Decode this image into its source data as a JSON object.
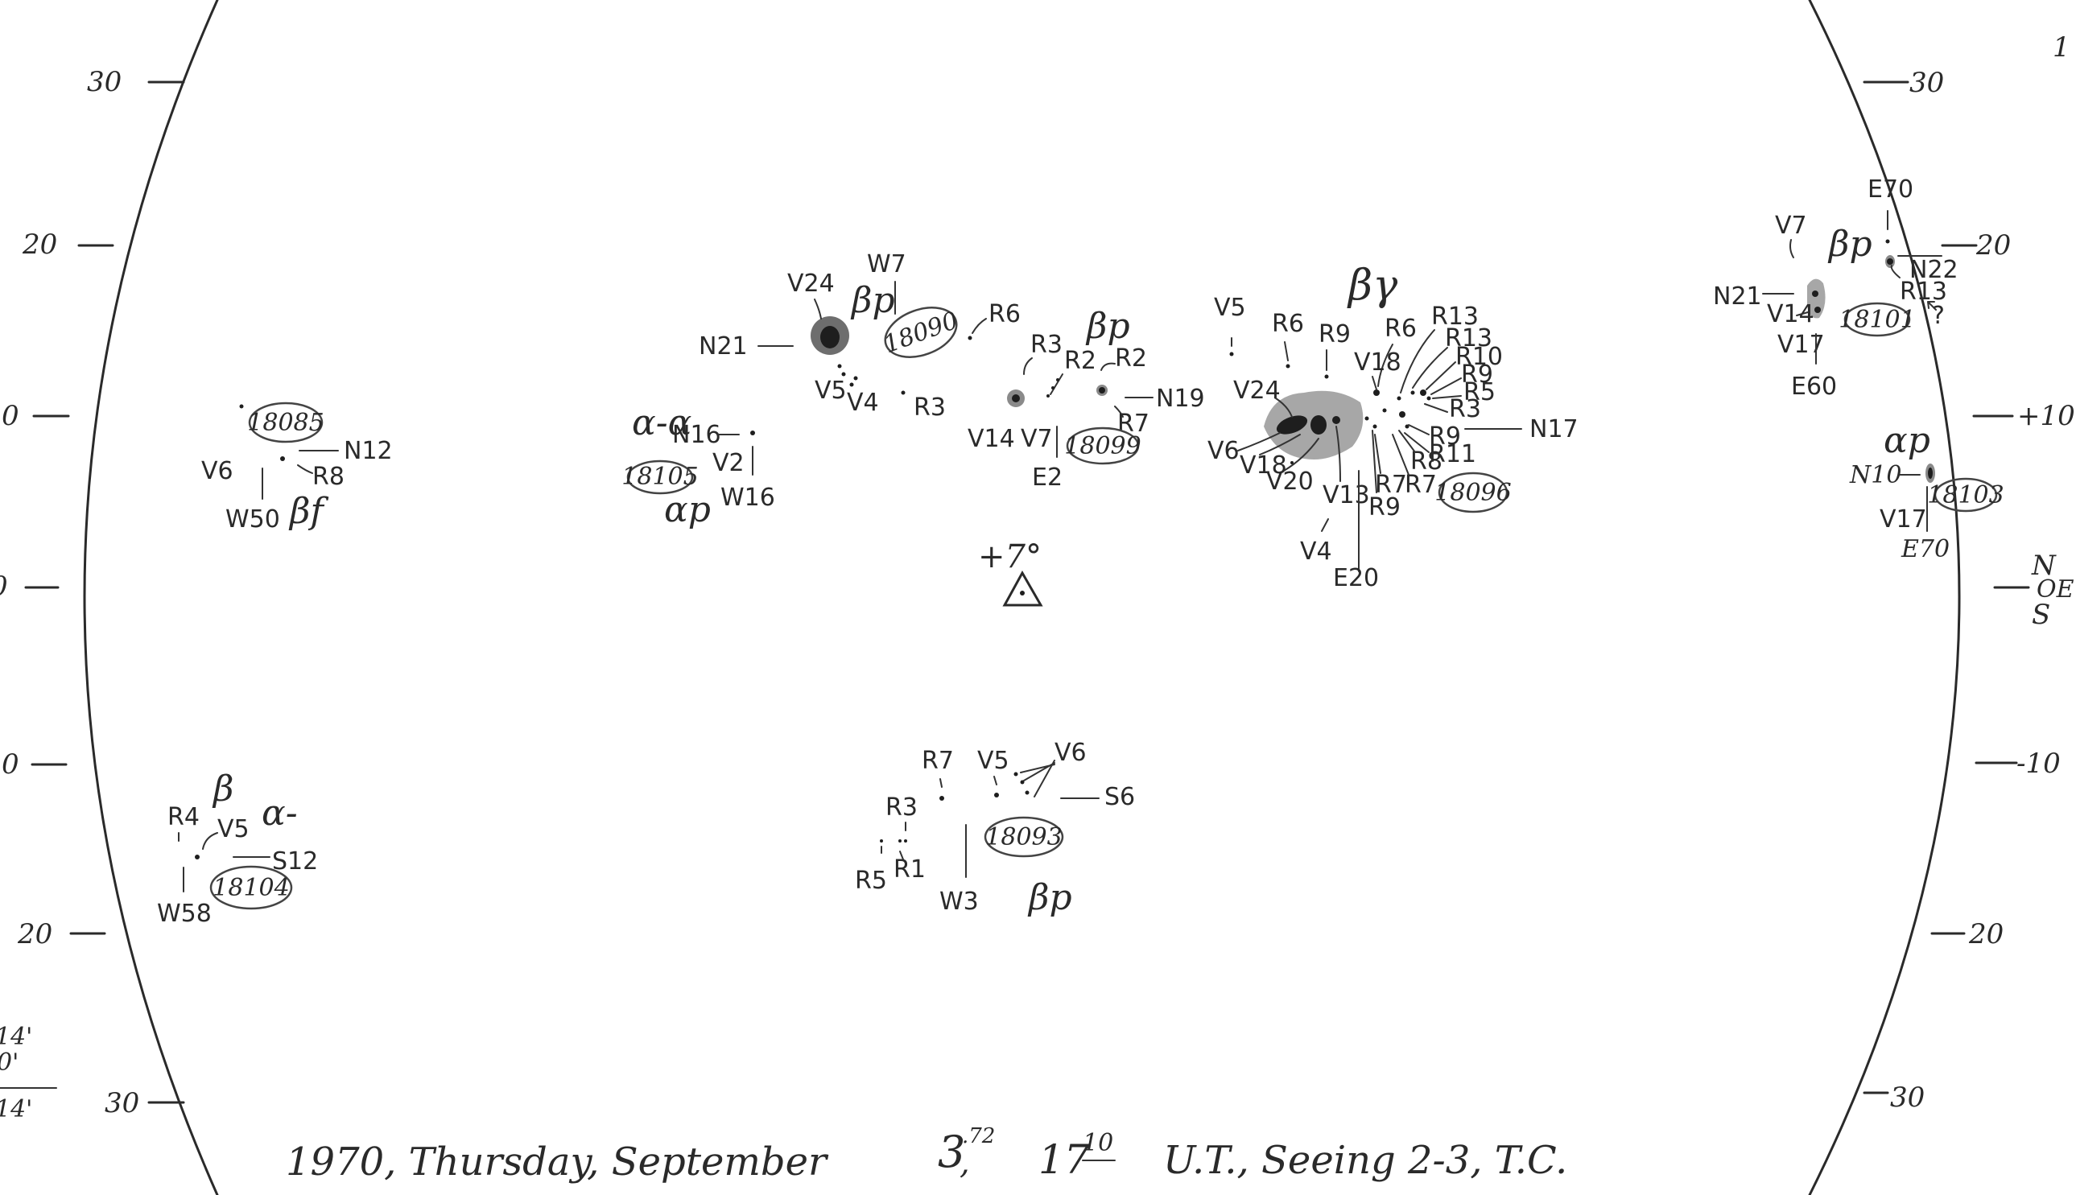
{
  "caption": "1970, Thursday, September 3.72, 17 10 U.T., Seeing 2-3, T.C.",
  "caption_parts": {
    "date": "1970, Thursday, September",
    "day": "3",
    "day_frac": ".72",
    "comma": ",",
    "hour": "17",
    "minute": "10",
    "rest": "U.T., Seeing 2-3, T.C."
  },
  "center_mark": {
    "label": "+7°"
  },
  "grid_labels": {
    "left": [
      "30",
      "20",
      "0",
      "0",
      "20",
      "30"
    ],
    "right": [
      "30",
      "20",
      "+10",
      "-10",
      "20",
      "30"
    ],
    "left_partial_top": "0",
    "left_partial_mid": "0",
    "right_compass": {
      "n": "N",
      "oe": "OE",
      "s": "S"
    },
    "bottom_left_notes": [
      "14'",
      "0'",
      "14'"
    ],
    "top_right_mark": "1"
  },
  "regions": {
    "r18085": {
      "number": "18085",
      "lat": "N12",
      "lon": "W50",
      "class": "βf",
      "spots": [
        "V6",
        "R8"
      ]
    },
    "r18105": {
      "number": "18105",
      "lat": "N16",
      "lon": "W16",
      "class": "αp",
      "class_top": "α-α",
      "spots": [
        "V2"
      ]
    },
    "r18090": {
      "number": "18090",
      "lat": "N21",
      "lon": "W7",
      "class": "βp",
      "spots": [
        "V24",
        "V5",
        "V4",
        "R3",
        "R6"
      ]
    },
    "r18099": {
      "number": "18099",
      "lat": "N19",
      "lon": "E2",
      "class": "βp",
      "spots": [
        "R3",
        "R2",
        "R2",
        "R7",
        "V14",
        "V7"
      ]
    },
    "r18096": {
      "number": "18096",
      "lat": "N17",
      "lon": "E20",
      "class": "βγ",
      "spots": [
        "V5",
        "R6",
        "R9",
        "R6",
        "R13",
        "R13",
        "R10",
        "R9",
        "R5",
        "R3",
        "V18",
        "V24",
        "V6",
        "V18",
        "V20",
        "V13",
        "R9",
        "R7",
        "R7",
        "R8",
        "R9",
        "R11",
        "V4"
      ]
    },
    "r18101": {
      "number": "18101",
      "lat": "N22",
      "lat2": "N21",
      "lon_top": "E70",
      "lon": "E60",
      "class": "βp",
      "spots": [
        "V7",
        "V14",
        "V17",
        "R13"
      ],
      "query": "?"
    },
    "r18103": {
      "number": "18103",
      "lat": "N10",
      "lon": "E70",
      "class": "αp",
      "spots": [
        "V17"
      ]
    },
    "r18104": {
      "number": "18104",
      "lat": "S12",
      "lon": "W58",
      "class": "β",
      "class_top": "α-",
      "spots": [
        "R4",
        "V5"
      ]
    },
    "r18093": {
      "number": "18093",
      "lat": "S6",
      "lon": "W3",
      "class": "βp",
      "spots": [
        "R7",
        "V5",
        "V6",
        "R3",
        "R5",
        "R1"
      ]
    }
  }
}
